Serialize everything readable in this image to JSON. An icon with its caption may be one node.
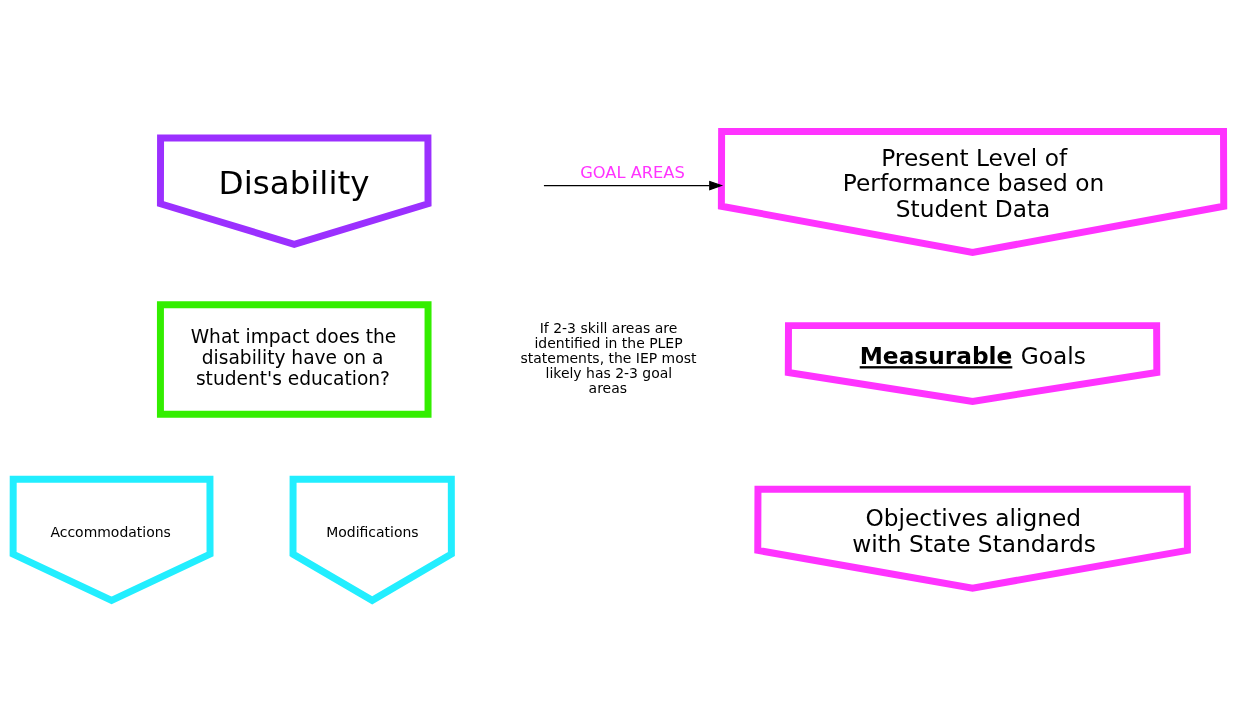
{
  "diagram": {
    "nodes": [
      {
        "text": [
          "Disability"
        ]
      },
      {
        "text": [
          "What impact does the disability have on a student's education?"
        ]
      },
      {
        "text": [
          "Accommodations"
        ]
      },
      {
        "text": [
          "Modifications"
        ]
      },
      {
        "text": [
          "Present Level of Performance based on Student Data"
        ]
      },
      {
        "text": [
          "**Measurable** Goals"
        ]
      },
      {
        "text": [
          "Objectives aligned with State Standards"
        ]
      }
    ],
    "edges": [
      {
        "from": null,
        "to": 4,
        "arrow": "to",
        "label": "GOAL AREAS"
      }
    ],
    "labels": [
      "If 2-3 skill areas are identified in the PLEP statements, the IEP most likely has 2-3 goal areas"
    ]
  }
}
